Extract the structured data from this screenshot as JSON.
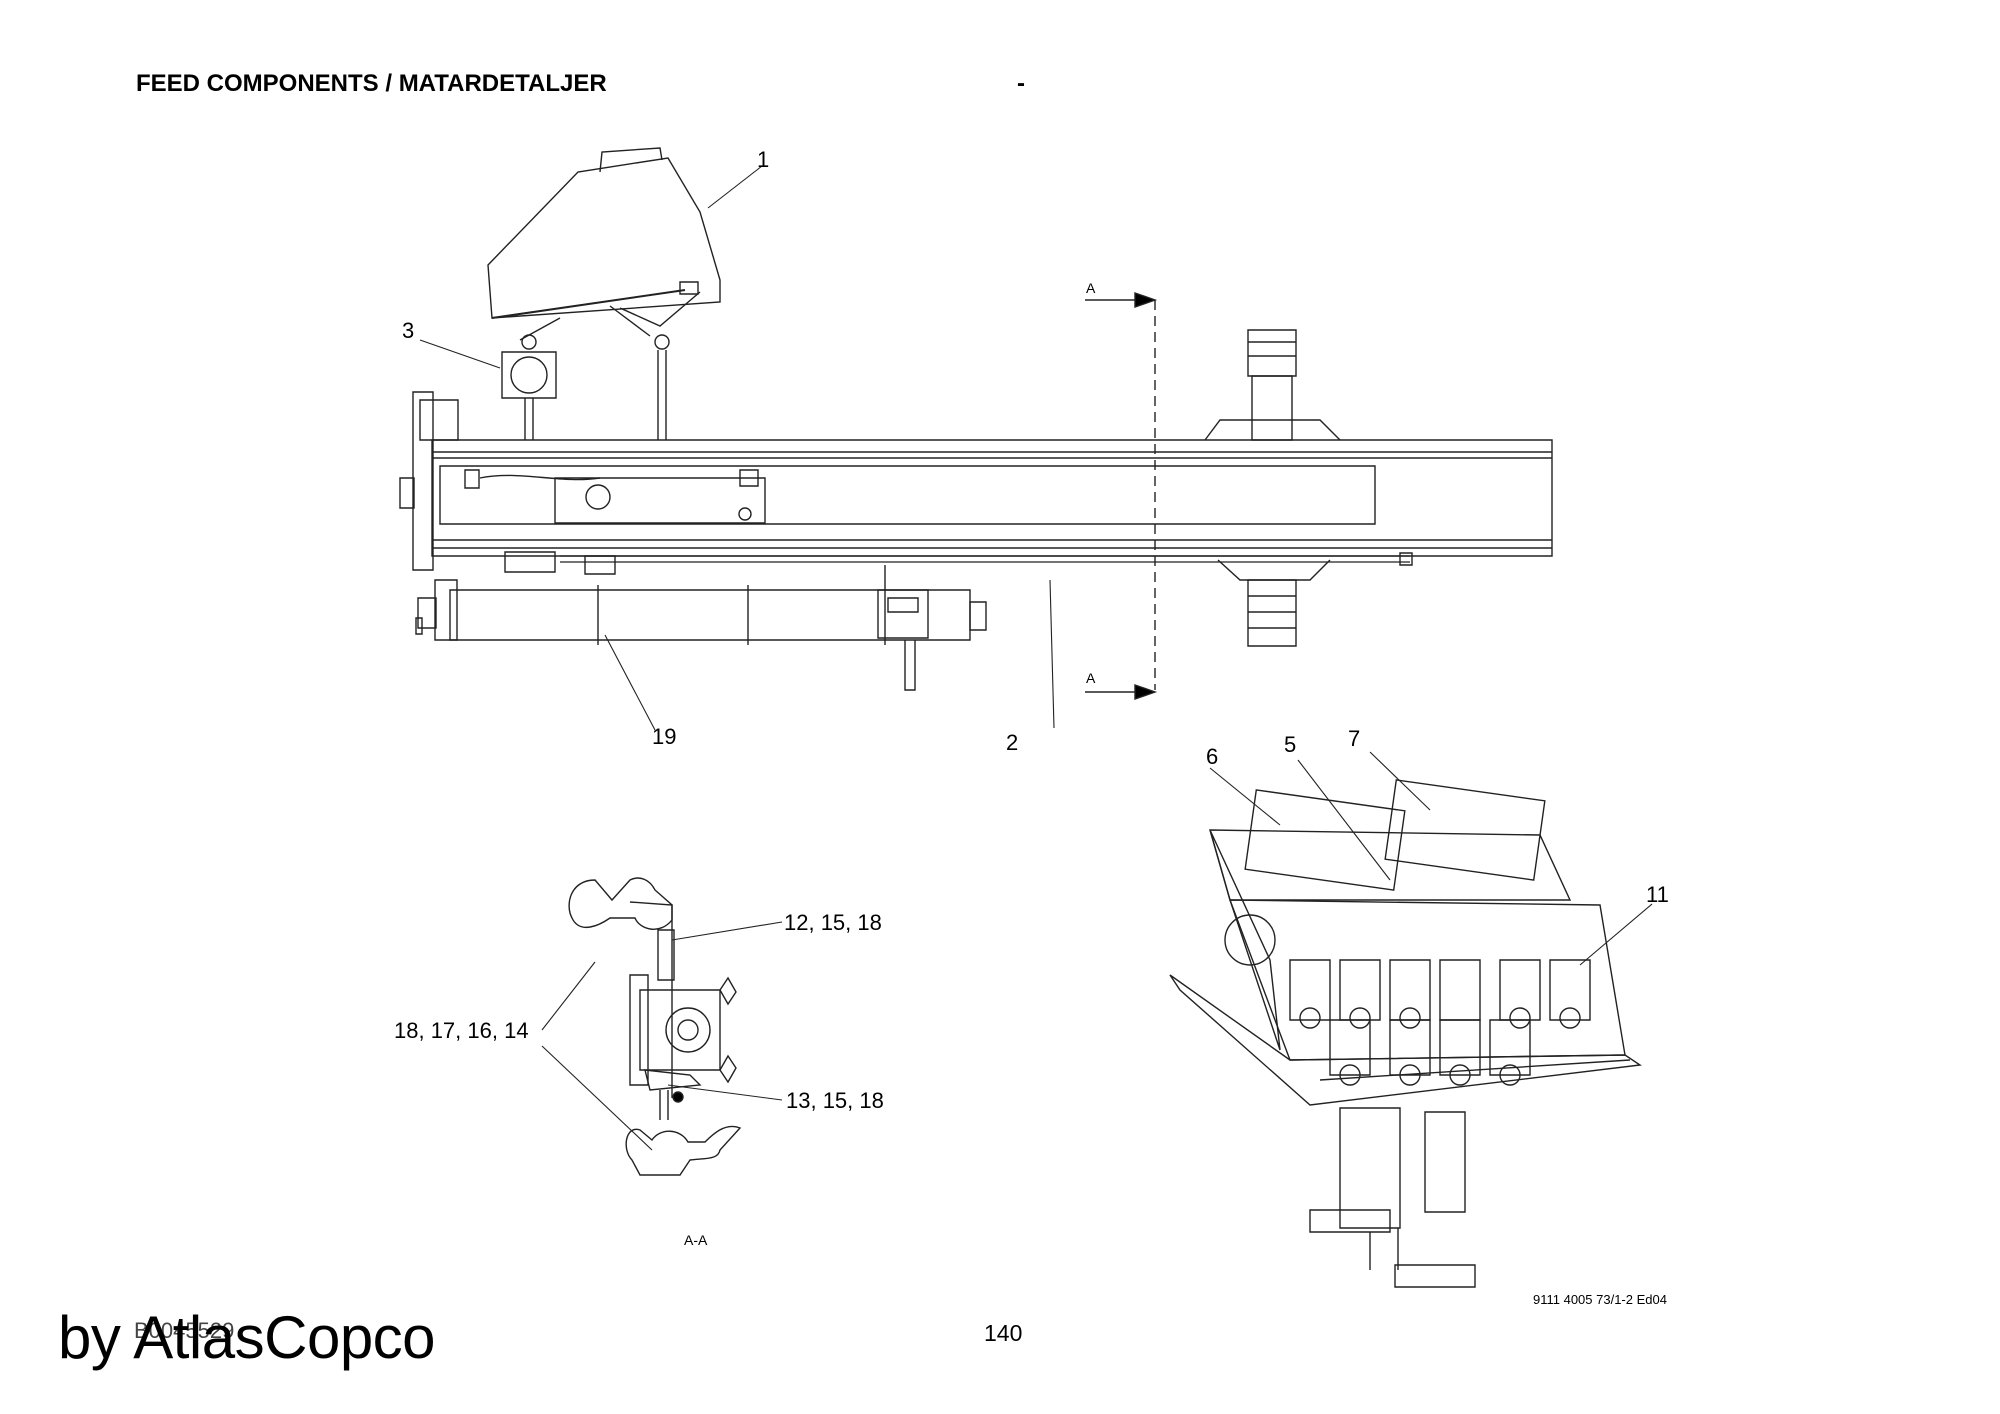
{
  "header": {
    "title": "FEED COMPONENTS / MATARDETALJER",
    "dash": "-"
  },
  "section_marker": "A",
  "section_view_label": "A-A",
  "callouts": {
    "c1": "1",
    "c2": "2",
    "c3": "3",
    "c5": "5",
    "c6": "6",
    "c7": "7",
    "c11": "11",
    "c19": "19",
    "c12_15_18": "12, 15, 18",
    "c18_17_16_14": "18, 17, 16, 14",
    "c13_15_18": "13, 15, 18"
  },
  "footer": {
    "drawing_code": "9111 4005 73/1-2 Ed04",
    "page_number": "140",
    "doc_id": "B0045529",
    "watermark": "by AtlasCopco"
  }
}
